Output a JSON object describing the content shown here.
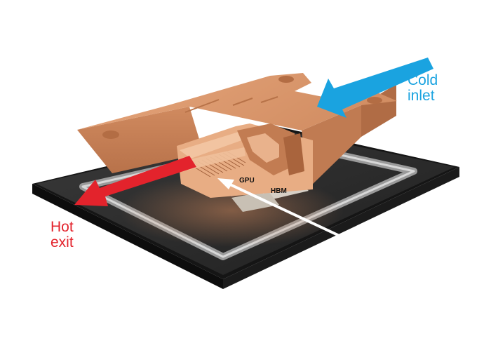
{
  "labels": {
    "cold": [
      "Cold",
      "inlet"
    ],
    "hot": [
      "Hot",
      "exit"
    ],
    "gpu": "GPU",
    "hbm": "HBM"
  },
  "icons": {
    "cold_arrow": "arrow-left-down-icon",
    "hot_arrow": "arrow-left-down-icon",
    "pointer_arrow": "arrow-up-left-icon"
  },
  "colors": {
    "cold": "#1aa3e0",
    "hot": "#e3232c",
    "copper": "#d9966b",
    "copper_dark": "#b8724a",
    "copper_light": "#efbb96",
    "substrate": "#2b2b2b",
    "chip_gpu": "#c9b8e8",
    "chip_hbm": "#d8d0c8"
  }
}
